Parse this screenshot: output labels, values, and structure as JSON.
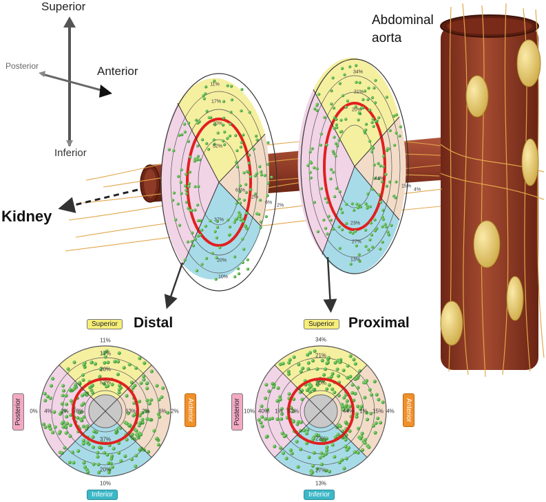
{
  "orientation": {
    "superior": "Superior",
    "posterior": "Posterior",
    "anterior": "Anterior",
    "inferior": "Inferior"
  },
  "structures": {
    "kidney": "Kidney",
    "aorta_line1": "Abdominal",
    "aorta_line2": "aorta"
  },
  "colors": {
    "superior_zone": "#f5efa0",
    "inferior_zone": "#a8dbe8",
    "posterior_zone": "#f1d4e6",
    "anterior_zone": "#f2dcc8",
    "artery": "#8e3a26",
    "nerve_dots": "#3aa336",
    "red_ring": "#e02020",
    "ganglion": "#e8d078"
  },
  "diagrams": {
    "distal": {
      "title": "Distal",
      "tags": {
        "superior": "Superior",
        "inferior": "Inferior",
        "posterior": "Posterior",
        "anterior": "Anterior"
      },
      "superior_pct": [
        "11%",
        "17%",
        "20%",
        "52%"
      ],
      "inferior_pct": [
        "37%",
        "20%",
        "10%"
      ],
      "posterior_pct": [
        "0%",
        "4%",
        "2%",
        "78%"
      ],
      "anterior_pct": [
        "63%",
        "2%",
        "6%",
        "2%"
      ]
    },
    "proximal": {
      "title": "Proximal",
      "tags": {
        "superior": "Superior",
        "inferior": "Inferior",
        "posterior": "Posterior",
        "anterior": "Anterior"
      },
      "superior_pct": [
        "34%",
        "21%",
        "20%"
      ],
      "inferior_pct": [
        "23%",
        "27%",
        "13%"
      ],
      "posterior_pct": [
        "10%",
        "40%",
        "1%",
        "52%"
      ],
      "anterior_pct": [
        "44%",
        "1%",
        "15%",
        "4%"
      ]
    },
    "distal_3d": [
      "11%",
      "17%",
      "20%",
      "52%",
      "63%",
      "2%",
      "6%",
      "2%",
      "37%",
      "20%",
      "10%"
    ],
    "proximal_3d": [
      "34%",
      "21%",
      "20%",
      "44%",
      "15%",
      "4%",
      "23%",
      "27%",
      "13%"
    ]
  }
}
